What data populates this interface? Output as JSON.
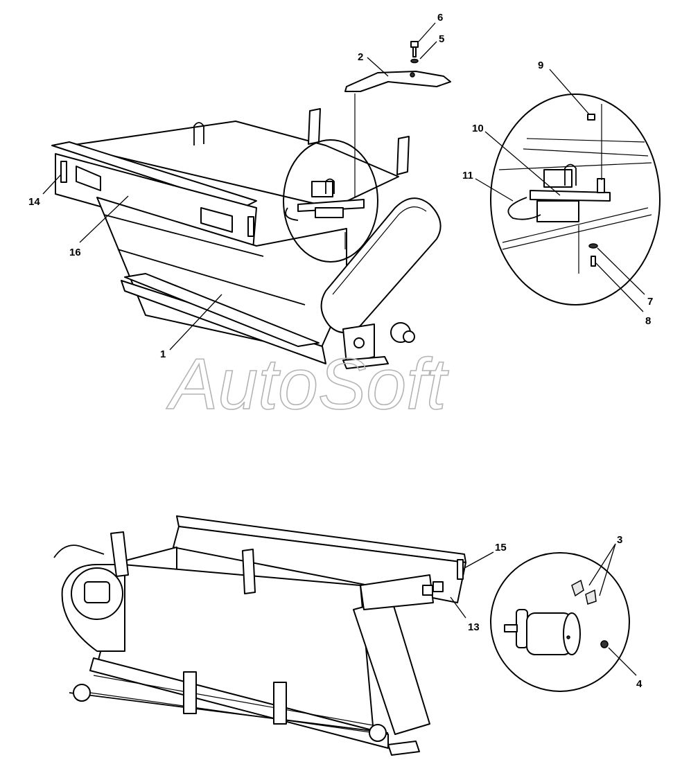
{
  "watermark": "AutoSoft",
  "callouts": [
    {
      "id": "c1",
      "label": "1"
    },
    {
      "id": "c2",
      "label": "2"
    },
    {
      "id": "c3",
      "label": "3"
    },
    {
      "id": "c4",
      "label": "4"
    },
    {
      "id": "c5",
      "label": "5"
    },
    {
      "id": "c6",
      "label": "6"
    },
    {
      "id": "c7",
      "label": "7"
    },
    {
      "id": "c8",
      "label": "8"
    },
    {
      "id": "c9",
      "label": "9"
    },
    {
      "id": "c10",
      "label": "10"
    },
    {
      "id": "c11",
      "label": "11"
    },
    {
      "id": "c13",
      "label": "13"
    },
    {
      "id": "c14",
      "label": "14"
    },
    {
      "id": "c15",
      "label": "15"
    },
    {
      "id": "c16",
      "label": "16"
    }
  ]
}
